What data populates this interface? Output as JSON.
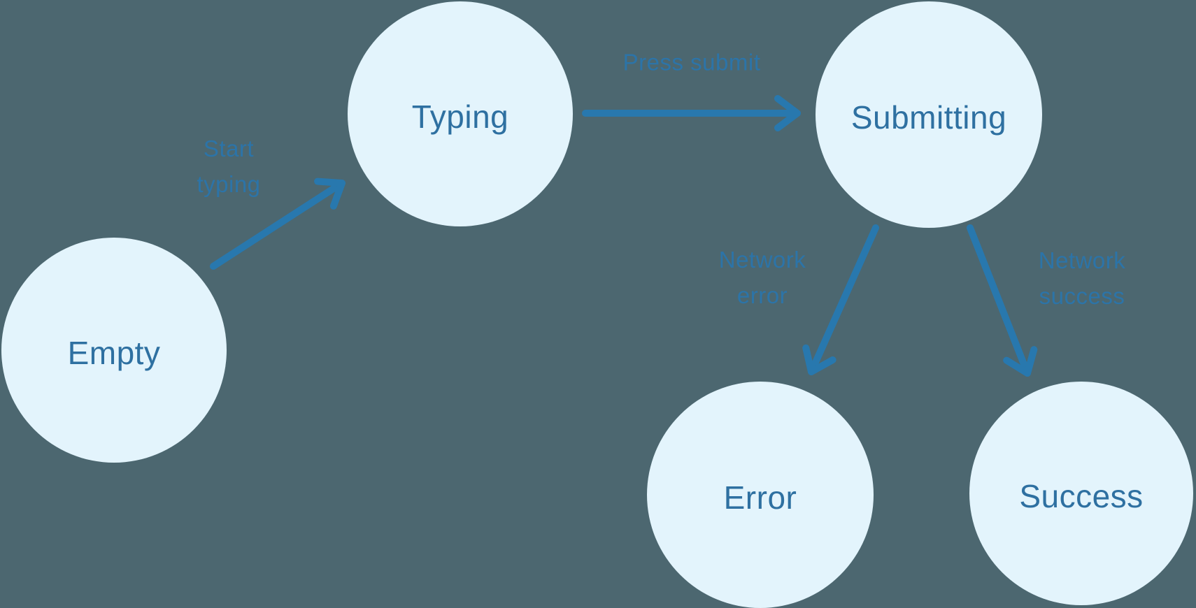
{
  "colors": {
    "background": "#4C6770",
    "node_fill": "#E3F4FC",
    "node_text": "#2E70A1",
    "arrow": "#2878AE",
    "edge_label": "#2C74A8"
  },
  "diagram": {
    "type": "state-machine",
    "nodes": [
      {
        "id": "empty",
        "label": "Empty"
      },
      {
        "id": "typing",
        "label": "Typing"
      },
      {
        "id": "submitting",
        "label": "Submitting"
      },
      {
        "id": "error",
        "label": "Error"
      },
      {
        "id": "success",
        "label": "Success"
      }
    ],
    "edges": [
      {
        "from": "empty",
        "to": "typing",
        "label": "Start typing",
        "lines": [
          "Start",
          "typing"
        ]
      },
      {
        "from": "typing",
        "to": "submitting",
        "label": "Press submit",
        "lines": [
          "Press submit"
        ]
      },
      {
        "from": "submitting",
        "to": "error",
        "label": "Network error",
        "lines": [
          "Network",
          "error"
        ]
      },
      {
        "from": "submitting",
        "to": "success",
        "label": "Network success",
        "lines": [
          "Network",
          "success"
        ]
      }
    ]
  }
}
